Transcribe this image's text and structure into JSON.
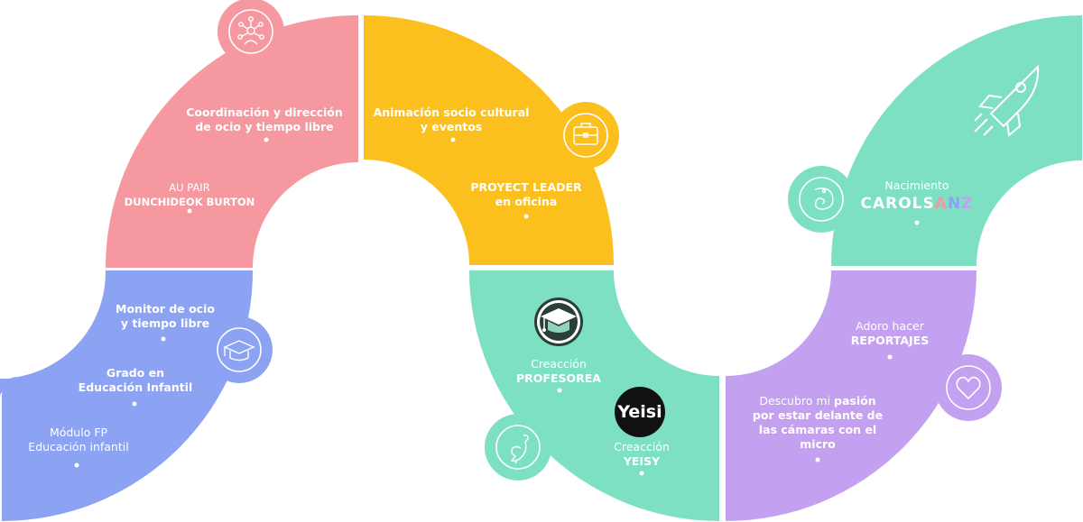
{
  "colors": {
    "pink": "#F598A0",
    "yellow": "#FBBF1E",
    "blue": "#8BA3F2",
    "teal": "#7DE0C3",
    "purple": "#C4A1F0",
    "white": "#FFFFFF",
    "dark": "#222222"
  },
  "stages": {
    "au_pair": {
      "line1": "AU PAIR",
      "line2": "DUNCHIDEOK BURTON"
    },
    "coordinacion": {
      "line1": "Coordinación  y dirección",
      "line2": "de ocio y tiempo libre"
    },
    "animacion": {
      "line1": "Animación socio cultural",
      "line2": "y eventos"
    },
    "proyect_leader": {
      "line1": "PROYECT LEADER",
      "line2": "en oficina"
    },
    "nacimiento": {
      "line1": "Nacimiento",
      "brand_a": "CAROLS",
      "brand_b": "A",
      "brand_c": "N",
      "brand_d": "Z"
    },
    "monitor": {
      "line1": "Monitor de ocio",
      "line2": "y tiempo libre"
    },
    "grado": {
      "line1": "Grado en",
      "line2": "Educación Infantil"
    },
    "modulo": {
      "line1": "Módulo FP",
      "line2": "Educación infantil"
    },
    "profesorea": {
      "line1": "Creacción",
      "line2": "PROFESOREA"
    },
    "yeisy": {
      "line1": "Creacción",
      "line2": "YEISY",
      "logo": "Yeisi"
    },
    "reportajes": {
      "line1": "Adoro hacer",
      "line2": "REPORTAJES"
    },
    "pasion": {
      "pre": "Descubro mi ",
      "bold": "pasión",
      "line2": "por estar delante de",
      "line3": "las cámaras con el",
      "line4": "micro"
    }
  },
  "icons": [
    "network-icon",
    "briefcase-icon",
    "rocket-icon",
    "chameleon-icon",
    "graduation-cap-icon",
    "heart-icon",
    "bird-icon",
    "profesorea-logo-icon",
    "yeisi-logo-icon"
  ]
}
